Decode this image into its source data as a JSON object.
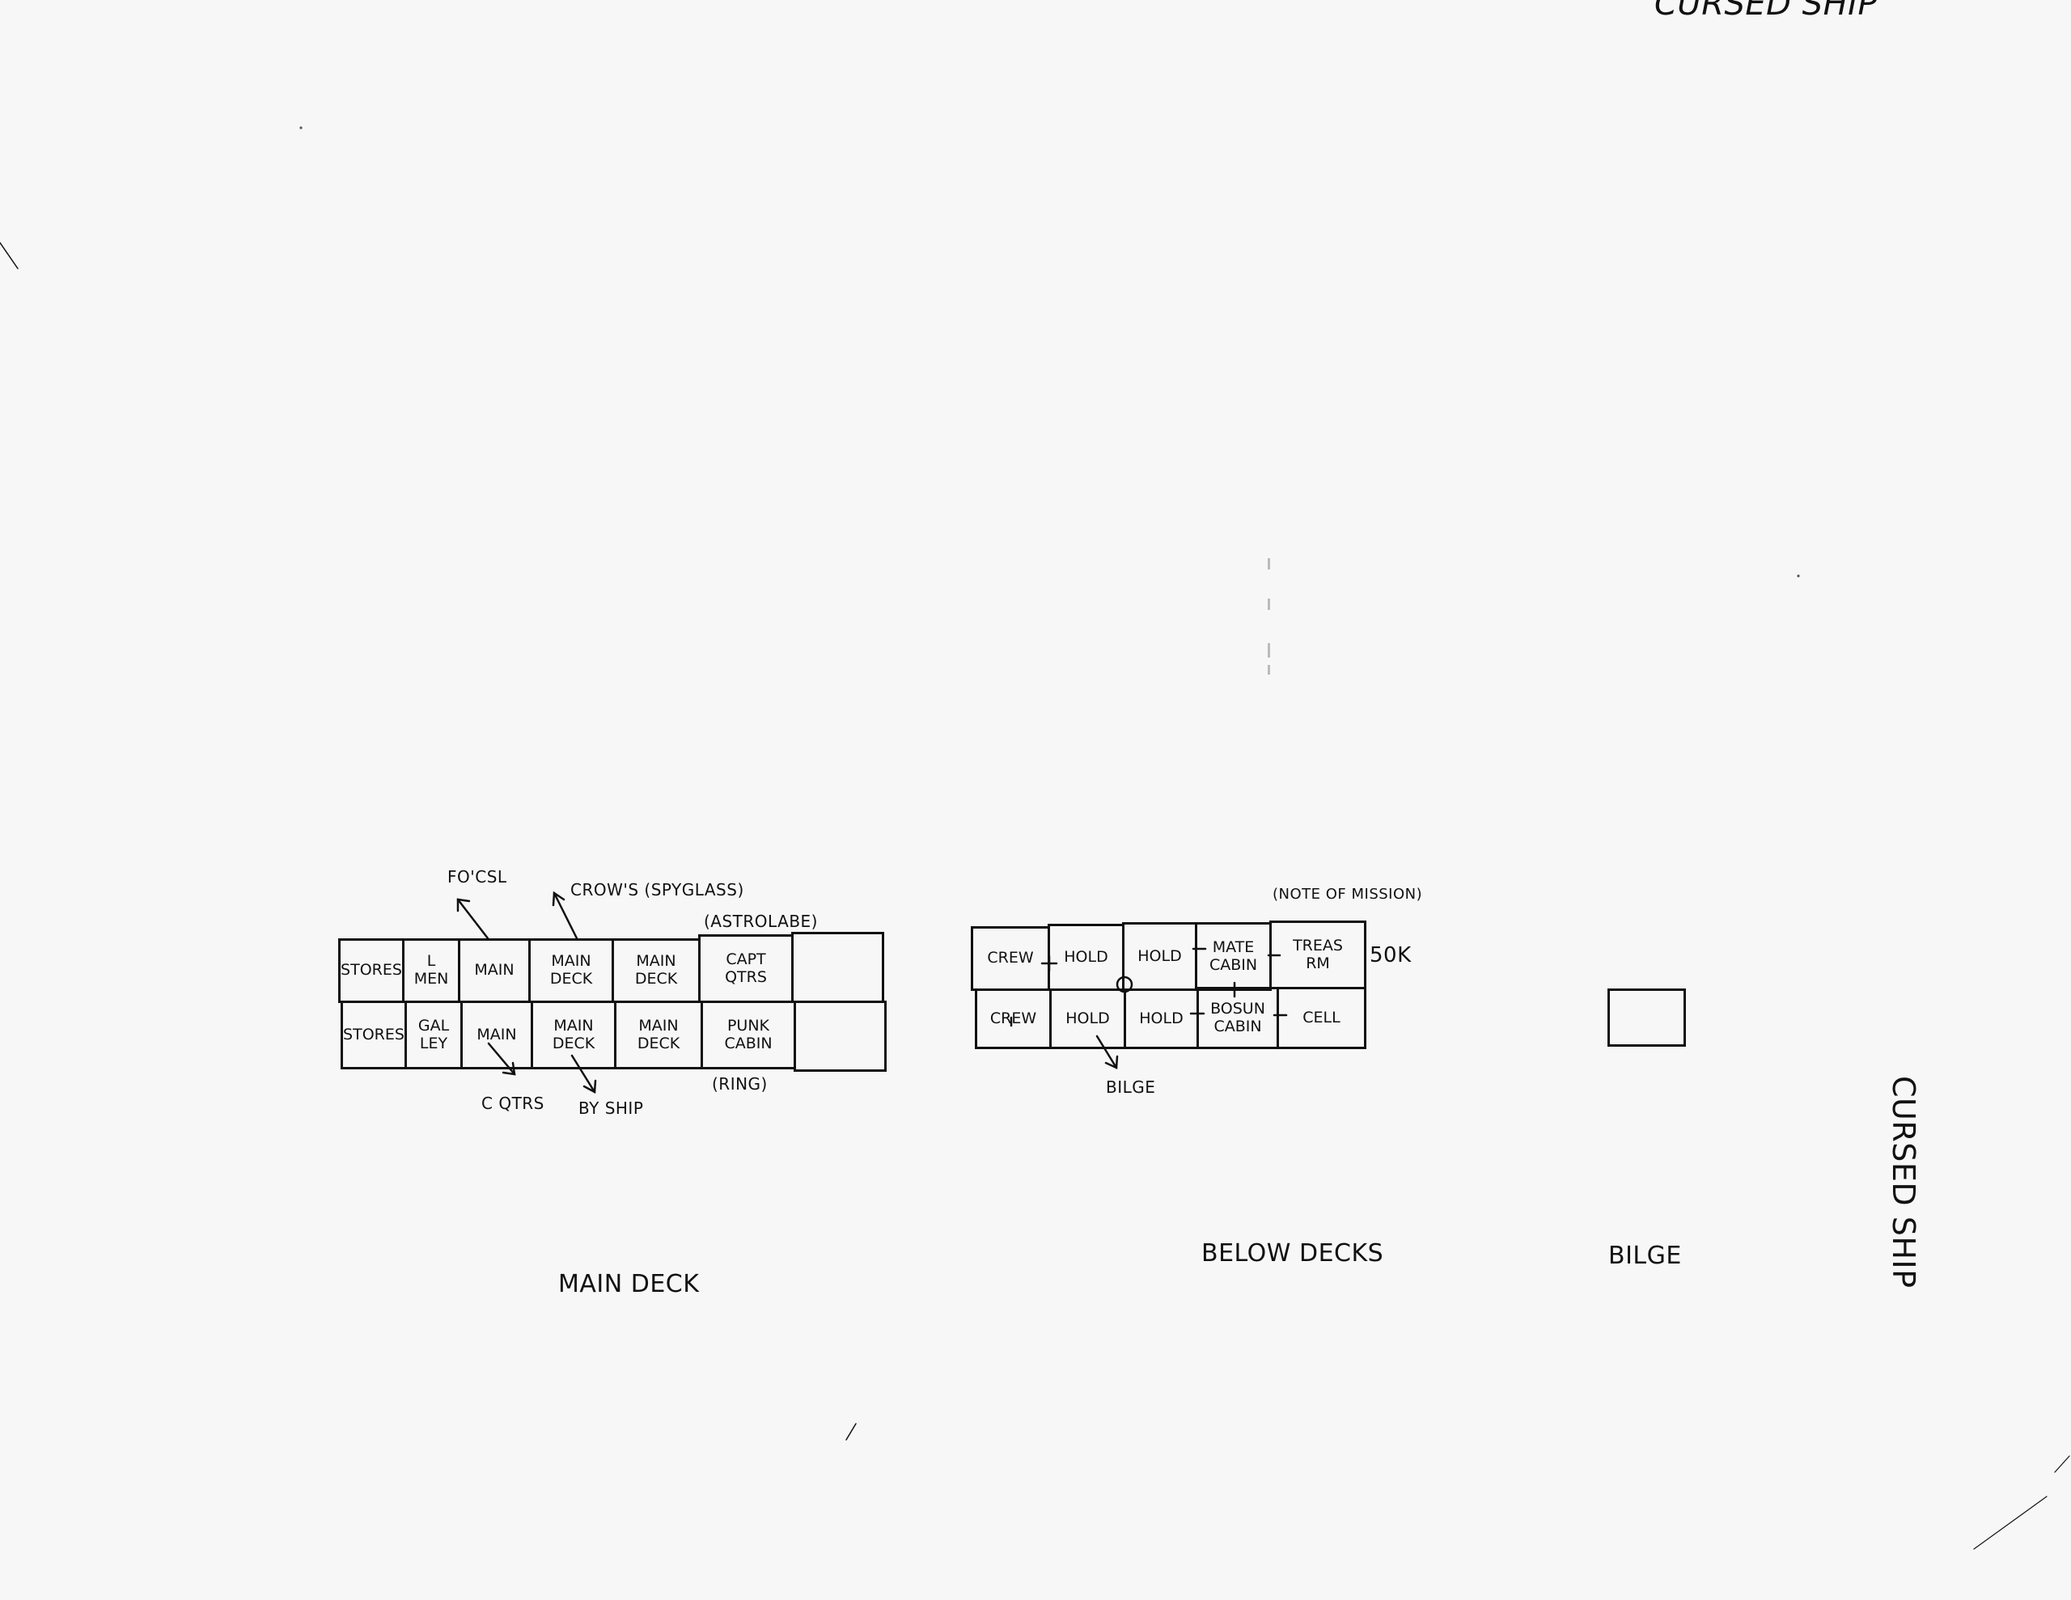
{
  "title_top": "CURSED SHIP",
  "title_side": "CURSED SHIP",
  "main_deck": {
    "label": "MAIN DECK",
    "top_row": [
      "STORES",
      "L\nMEN",
      "MAIN",
      "MAIN\nDECK",
      "MAIN\nDECK",
      "CAPT\nQTRS",
      ""
    ],
    "bottom_row": [
      "STORES",
      "GAL\nLEY",
      "MAIN",
      "MAIN\nDECK",
      "MAIN\nDECK",
      "PUNK\nCABIN",
      ""
    ],
    "notes": {
      "focsl": "FO'CSL",
      "crows": "CROW'S (SPYGLASS)",
      "astrolabe": "(ASTROLABE)",
      "cqtrs": "C QTRS",
      "by_ship": "BY SHIP",
      "ring": "(RING)"
    }
  },
  "below_decks": {
    "label": "BELOW DECKS",
    "top_row": [
      "CREW",
      "HOLD",
      "HOLD",
      "MATE\nCABIN",
      "TREAS\nRM"
    ],
    "bottom_row": [
      "CREW",
      "HOLD",
      "HOLD",
      "BOSUN\nCABIN",
      "CELL"
    ],
    "notes": {
      "mission": "(NOTE OF MISSION)",
      "gold": "50K",
      "bilge_link": "BILGE"
    }
  },
  "bilge": {
    "label": "BILGE"
  }
}
